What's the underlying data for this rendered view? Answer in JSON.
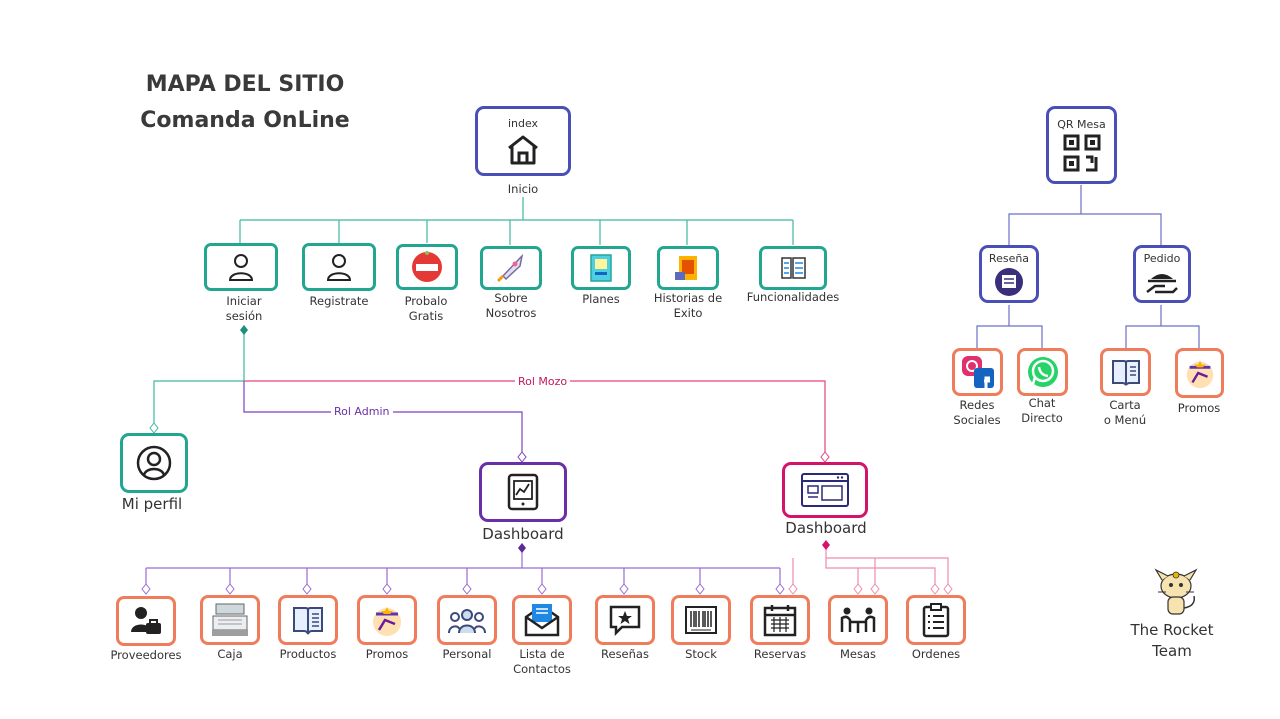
{
  "header": {
    "line1": "MAPA DEL SITIO",
    "line2": "Comanda OnLine"
  },
  "index": {
    "inner": "index",
    "label": "Inicio"
  },
  "qr": {
    "inner": "QR Mesa"
  },
  "reseña_box": {
    "inner": "Reseña"
  },
  "pedido_box": {
    "inner": "Pedido"
  },
  "top_items": [
    {
      "label1": "Iniciar",
      "label2": "sesión",
      "icon": "user-icon"
    },
    {
      "label1": "Registrate",
      "label2": "",
      "icon": "user-icon"
    },
    {
      "label1": "Probalo",
      "label2": "Gratis",
      "icon": "free-badge-icon"
    },
    {
      "label1": "Sobre",
      "label2": "Nosotros",
      "icon": "rocket-icon"
    },
    {
      "label1": "Planes",
      "label2": "",
      "icon": "plans-icon"
    },
    {
      "label1": "Historias de",
      "label2": "Exito",
      "icon": "trophy-icon"
    },
    {
      "label1": "Funcionalidades",
      "label2": "",
      "icon": "features-icon"
    }
  ],
  "qr_children": [
    {
      "label1": "Redes",
      "label2": "Sociales",
      "icon": "social-icon"
    },
    {
      "label1": "Chat",
      "label2": "Directo",
      "icon": "whatsapp-icon"
    },
    {
      "label1": "Carta",
      "label2": "o Menú",
      "icon": "menu-icon"
    },
    {
      "label1": "Promos",
      "label2": "",
      "icon": "promo-icon"
    }
  ],
  "roles": {
    "admin": "Rol Admin",
    "mozo": "Rol Mozo"
  },
  "mi_perfil": "Mi perfil",
  "dashboard_admin": "Dashboard",
  "dashboard_mozo": "Dashboard",
  "bottom_items": [
    {
      "label1": "Proveedores",
      "label2": ""
    },
    {
      "label1": "Caja",
      "label2": ""
    },
    {
      "label1": "Productos",
      "label2": ""
    },
    {
      "label1": "Promos",
      "label2": ""
    },
    {
      "label1": "Personal",
      "label2": ""
    },
    {
      "label1": "Lista de",
      "label2": "Contactos"
    },
    {
      "label1": "Reseñas",
      "label2": ""
    },
    {
      "label1": "Stock",
      "label2": ""
    },
    {
      "label1": "Reservas",
      "label2": ""
    },
    {
      "label1": "Mesas",
      "label2": ""
    },
    {
      "label1": "Ordenes",
      "label2": ""
    }
  ],
  "team": {
    "line1": "The Rocket",
    "line2": "Team"
  },
  "colors": {
    "teal": "#22a68f",
    "blue": "#4a4fb8",
    "purple": "#6a2fa8",
    "pink": "#d4146b",
    "orange": "#ef7c5a"
  }
}
